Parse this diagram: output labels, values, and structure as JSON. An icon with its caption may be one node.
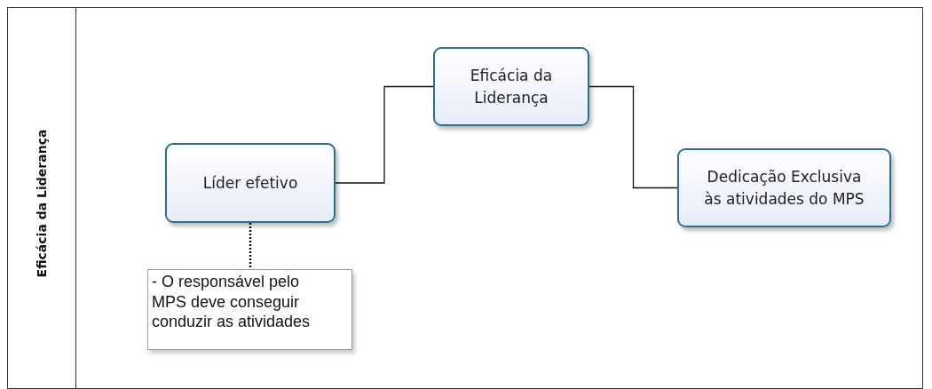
{
  "diagram": {
    "nodes": [
      {
        "text": [
          "Eficácia da Liderança"
        ]
      },
      {
        "text": [
          "Eficácia da Liderança"
        ],
        "in": 0
      },
      {
        "text": [
          "Líder efetivo"
        ],
        "in": 0
      },
      {
        "text": [
          "Dedicação Exclusiva às atividades do MPS"
        ],
        "in": 0
      },
      {
        "text": [
          "- O responsável pelo MPS deve conseguir conduzir as atividades"
        ],
        "in": 0
      }
    ],
    "edges": [
      {
        "from": 1,
        "to": 2,
        "arrow": "none"
      },
      {
        "from": 1,
        "to": 3,
        "arrow": "none"
      },
      {
        "from": 2,
        "to": 4,
        "arrow": "none",
        "style": "dashed"
      }
    ]
  }
}
